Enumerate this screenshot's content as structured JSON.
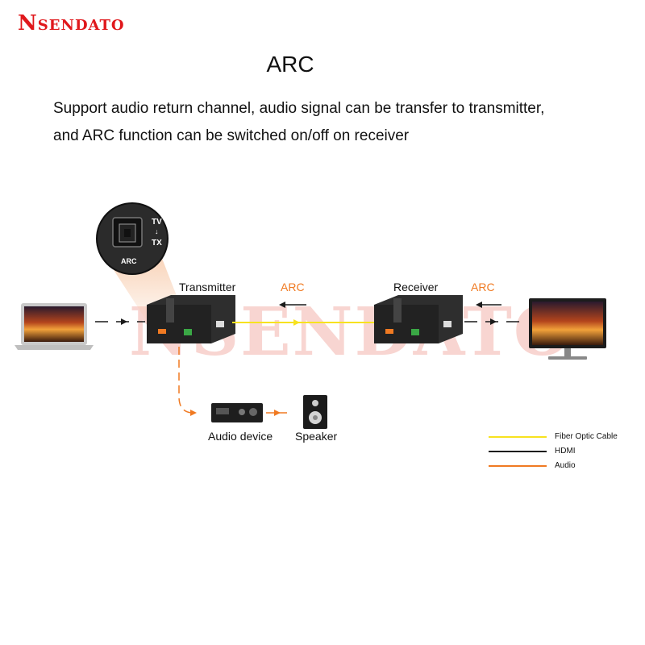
{
  "brand": "Nsendato",
  "title": "ARC",
  "description_line1": "Support audio return channel, audio signal can be transfer to transmitter,",
  "description_line2": "and ARC function can be switched on/off on receiver",
  "watermark": "NSENDATO",
  "inset": {
    "tv_label": "TV",
    "arrow": "↓",
    "tx_label": "TX",
    "port_label": "ARC"
  },
  "devices": {
    "transmitter": "Transmitter",
    "receiver": "Receiver",
    "audio_device": "Audio device",
    "speaker": "Speaker"
  },
  "arc_labels": {
    "left": "ARC",
    "right": "ARC"
  },
  "legend": [
    {
      "label": "Fiber Optic Cable",
      "color": "#f7e21f"
    },
    {
      "label": "HDMI",
      "color": "#1a1a1a"
    },
    {
      "label": "Audio",
      "color": "#f07a22"
    }
  ],
  "colors": {
    "brand": "#e0181c",
    "fiber": "#f7e21f",
    "hdmi": "#1a1a1a",
    "audio": "#f07a22"
  }
}
